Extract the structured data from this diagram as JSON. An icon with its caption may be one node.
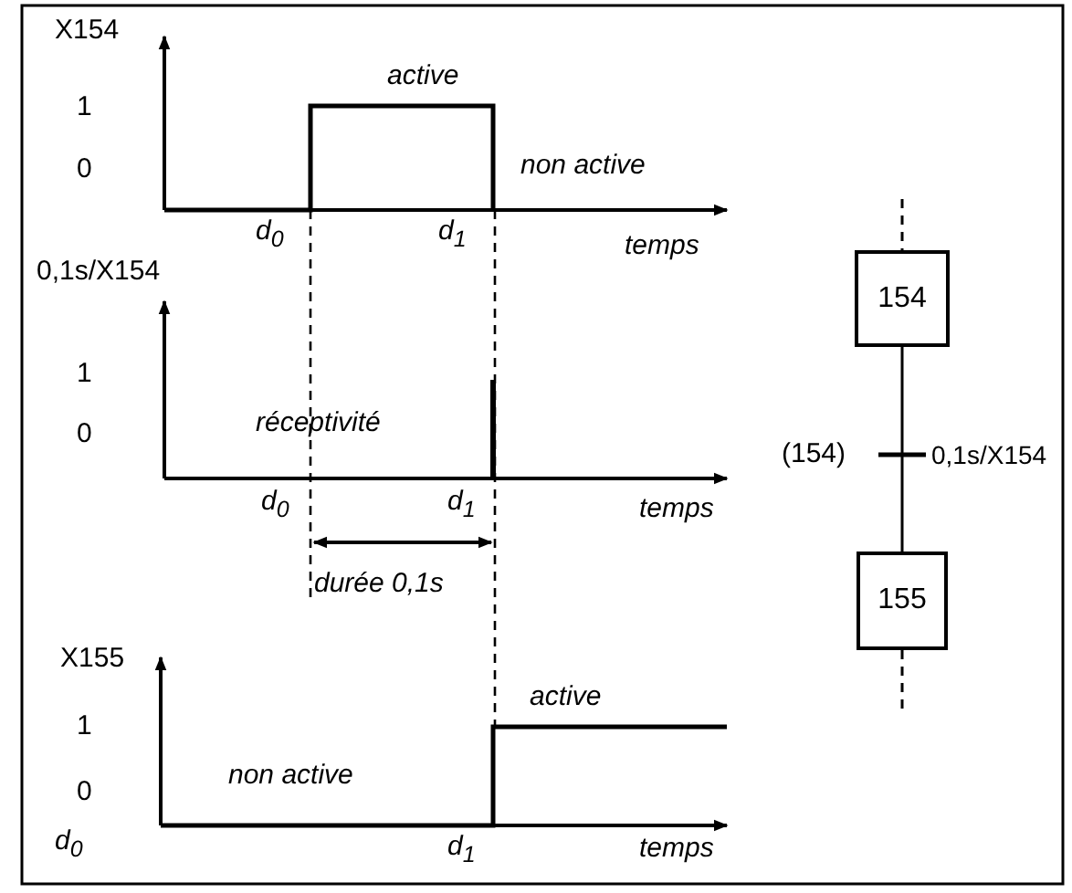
{
  "diagram": {
    "nodes": [
      {
        "text": [
          "154"
        ]
      },
      {
        "text": [
          "155"
        ]
      }
    ],
    "edges": [
      {
        "from": null,
        "to": 0,
        "arrow": "none",
        "style": "dashed"
      },
      {
        "from": 0,
        "to": 1,
        "arrow": "none",
        "label": "0,1s/X154"
      },
      {
        "from": 1,
        "to": null,
        "arrow": "none",
        "style": "dashed"
      }
    ],
    "labels": [
      "X154",
      "active",
      "1",
      "0",
      "non active",
      "d$_{0}$",
      "d$_{1}$",
      "temps",
      "0,1s/X154",
      "1",
      "0",
      "réceptivité",
      "d$_{0}$",
      "d$_{1}$",
      "temps",
      "(154)",
      "durée 0,1s",
      "X155",
      "active",
      "1",
      "0",
      "non active",
      "d$_{0}$",
      "d$_{1}$",
      "temps"
    ]
  }
}
